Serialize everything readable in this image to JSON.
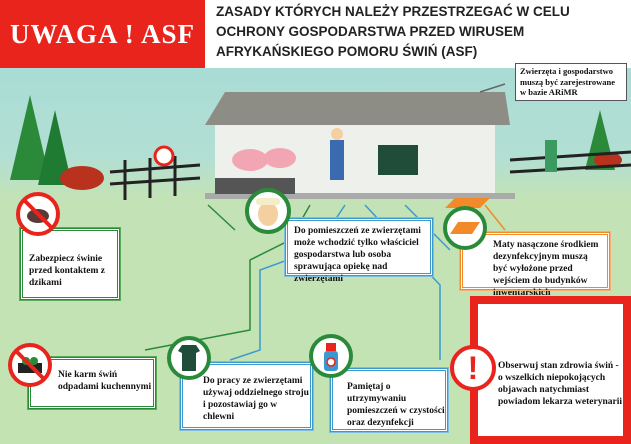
{
  "header": {
    "badge": "UWAGA ! ASF",
    "title": "ZASADY KTÓRYCH NALEŻY PRZESTRZEGAĆ W CELU OCHRONY GOSPODARSTWA PRZED WIRUSEM AFRYKAŃSKIEGO POMORU ŚWIŃ (ASF)"
  },
  "rules": {
    "registration": "Zwierzęta i gospodarstwo muszą być zarejestrowane w bazie ARiMR",
    "wild_boars": "Zabezpiecz świnie przed kontaktem z dzikami",
    "access": "Do pomieszczeń ze zwierzętami może wchodzić tylko właściciel gospodarstwa lub osoba sprawująca opiekę nad zwierzętami",
    "mats": "Maty nasączone środkiem dezynfekcyjnym muszą być wyłożone przed wejściem do budynków inwentarskich",
    "kitchen_waste": "Nie karm świń odpadami kuchennymi",
    "clothing": "Do pracy ze zwierzętami używaj oddzielnego stroju i pozostawiaj go w chlewni",
    "cleanliness": "Pamiętaj o utrzymywaniu pomieszczeń w czystości oraz dezynfekcji",
    "health": "Obserwuj stan zdrowia świń - o wszelkich niepokojących objawach natychmiast powiadom lekarza weterynarii"
  },
  "colors": {
    "red": "#e8241c",
    "green": "#2a8a3a",
    "blue": "#3a9ad0",
    "orange": "#f28a2a"
  }
}
